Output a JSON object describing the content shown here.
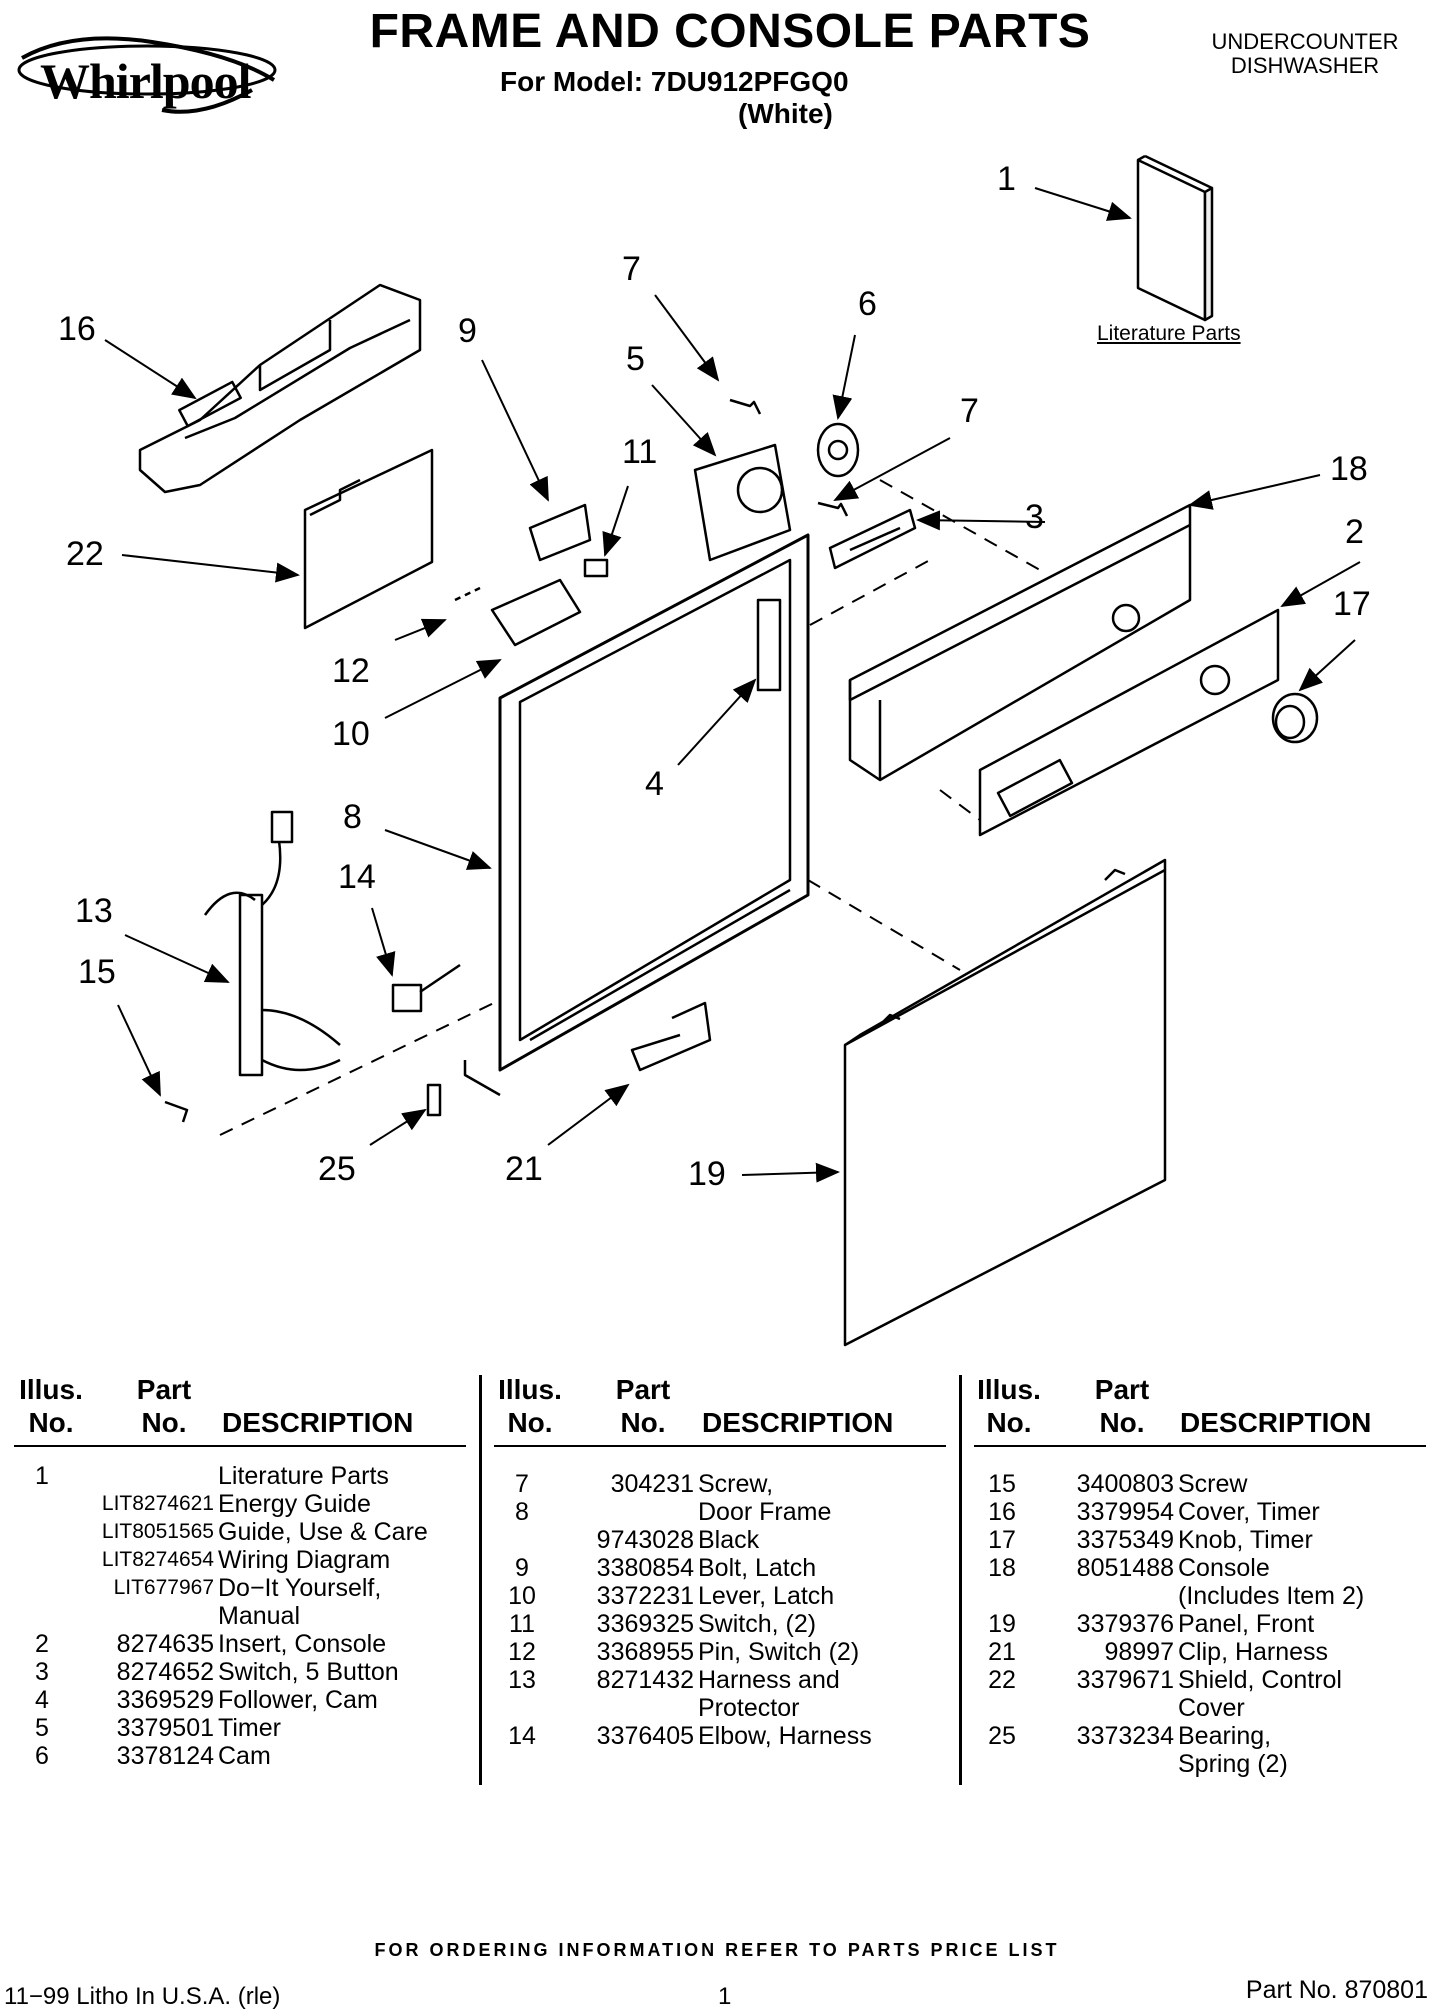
{
  "brand": "Whirlpool",
  "header": {
    "title": "FRAME AND CONSOLE PARTS",
    "model_line": "For Model: 7DU912PFGQ0",
    "color": "(White)",
    "category_line1": "UNDERCOUNTER",
    "category_line2": "DISHWASHER"
  },
  "diagram": {
    "literature_caption": "Literature Parts",
    "callouts": [
      "1",
      "7",
      "6",
      "16",
      "9",
      "5",
      "7",
      "11",
      "18",
      "3",
      "2",
      "22",
      "17",
      "12",
      "10",
      "4",
      "8",
      "14",
      "13",
      "15",
      "25",
      "21",
      "19"
    ]
  },
  "table": {
    "header_illus1": "Illus.",
    "header_illus2": "No.",
    "header_part1": "Part",
    "header_part2": "No.",
    "header_desc": "DESCRIPTION",
    "columns": [
      {
        "rows": [
          {
            "illus": "1",
            "part": "",
            "desc": "Literature Parts"
          },
          {
            "illus": "",
            "part": "LIT8274621",
            "desc": "Energy Guide"
          },
          {
            "illus": "",
            "part": "LIT8051565",
            "desc": "Guide, Use & Care"
          },
          {
            "illus": "",
            "part": "LIT8274654",
            "desc": "Wiring Diagram"
          },
          {
            "illus": "",
            "part": "LIT677967",
            "desc": "Do−It Yourself,"
          },
          {
            "illus": "",
            "part": "",
            "desc": "Manual"
          },
          {
            "illus": "2",
            "part": "8274635",
            "desc": "Insert, Console"
          },
          {
            "illus": "3",
            "part": "8274652",
            "desc": "Switch, 5 Button"
          },
          {
            "illus": "4",
            "part": "3369529",
            "desc": "Follower, Cam"
          },
          {
            "illus": "5",
            "part": "3379501",
            "desc": "Timer"
          },
          {
            "illus": "6",
            "part": "3378124",
            "desc": "Cam"
          }
        ]
      },
      {
        "rows": [
          {
            "illus": "7",
            "part": "304231",
            "desc": "Screw,"
          },
          {
            "illus": "8",
            "part": "",
            "desc": "Door Frame"
          },
          {
            "illus": "",
            "part": "9743028",
            "desc": "Black"
          },
          {
            "illus": "9",
            "part": "3380854",
            "desc": "Bolt, Latch"
          },
          {
            "illus": "10",
            "part": "3372231",
            "desc": "Lever, Latch"
          },
          {
            "illus": "11",
            "part": "3369325",
            "desc": "Switch, (2)"
          },
          {
            "illus": "12",
            "part": "3368955",
            "desc": "Pin, Switch (2)"
          },
          {
            "illus": "13",
            "part": "8271432",
            "desc": "Harness and"
          },
          {
            "illus": "",
            "part": "",
            "desc": "Protector"
          },
          {
            "illus": "14",
            "part": "3376405",
            "desc": "Elbow, Harness"
          }
        ]
      },
      {
        "rows": [
          {
            "illus": "15",
            "part": "3400803",
            "desc": "Screw"
          },
          {
            "illus": "16",
            "part": "3379954",
            "desc": "Cover, Timer"
          },
          {
            "illus": "17",
            "part": "3375349",
            "desc": "Knob, Timer"
          },
          {
            "illus": "18",
            "part": "8051488",
            "desc": "Console"
          },
          {
            "illus": "",
            "part": "",
            "desc": "(Includes Item 2)"
          },
          {
            "illus": "19",
            "part": "3379376",
            "desc": "Panel, Front"
          },
          {
            "illus": "21",
            "part": "98997",
            "desc": "Clip, Harness"
          },
          {
            "illus": "22",
            "part": "3379671",
            "desc": "Shield, Control"
          },
          {
            "illus": "",
            "part": "",
            "desc": "Cover"
          },
          {
            "illus": "25",
            "part": "3373234",
            "desc": "Bearing,"
          },
          {
            "illus": "",
            "part": "",
            "desc": "Spring (2)"
          }
        ]
      }
    ]
  },
  "footer": {
    "ordering_note": "FOR ORDERING INFORMATION REFER TO PARTS PRICE LIST",
    "litho": "11−99 Litho In U.S.A. (rle)",
    "page": "1",
    "part_no": "Part No. 870801"
  }
}
